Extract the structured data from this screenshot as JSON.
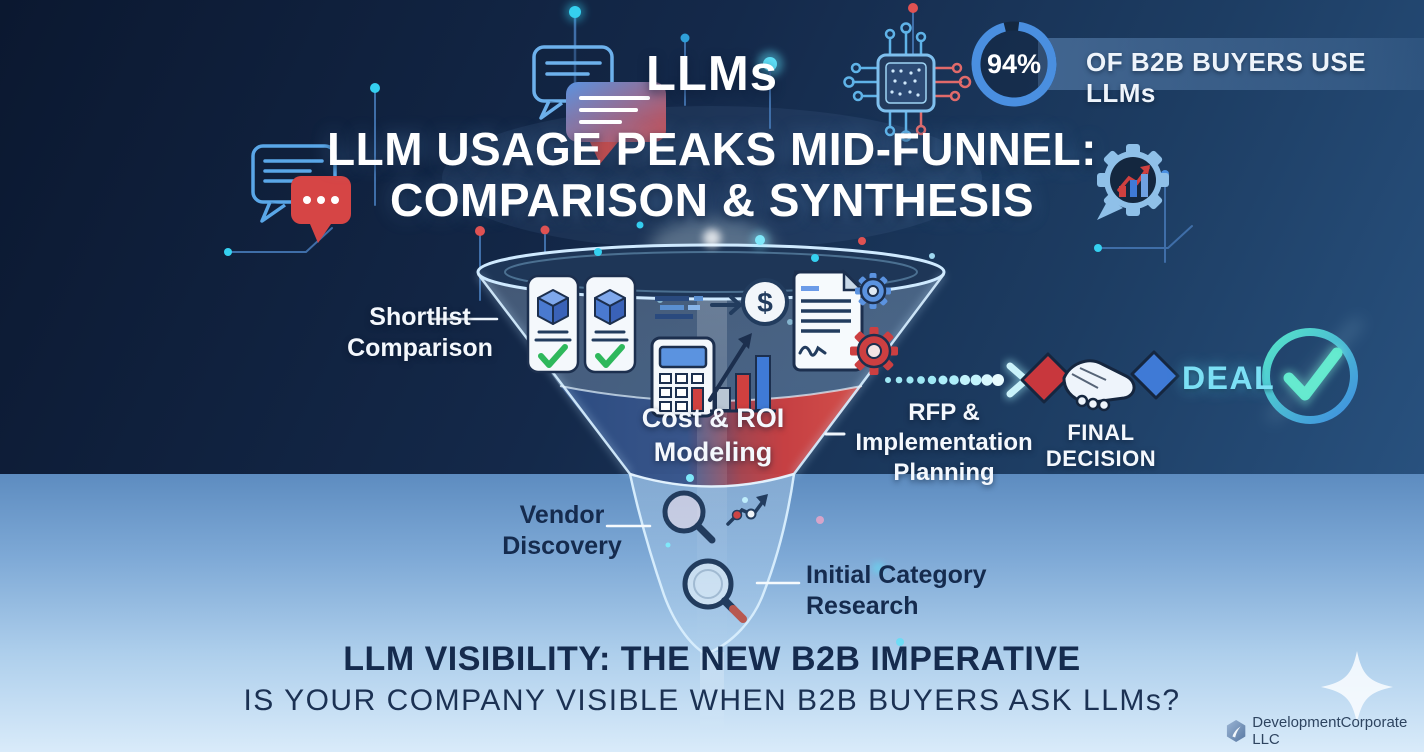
{
  "header": {
    "llms_badge": "LLMs",
    "headline": "LLM USAGE PEAKS MID-FUNNEL:\nCOMPARISON & SYNTHESIS",
    "stat": {
      "value": "94%",
      "label": "OF B2B BUYERS USE LLMs"
    }
  },
  "funnel": {
    "stages": [
      {
        "id": "shortlist-comparison",
        "label": "Shortlist\nComparison"
      },
      {
        "id": "cost-roi-modeling",
        "label": "Cost & ROI\nModeling"
      },
      {
        "id": "rfp-implementation-planning",
        "label": "RFP &\nImplementation\nPlanning"
      },
      {
        "id": "vendor-discovery",
        "label": "Vendor\nDiscovery"
      },
      {
        "id": "initial-category-research",
        "label": "Initial Category\nResearch"
      }
    ]
  },
  "outcome": {
    "deal": "DEAL",
    "final_decision": "FINAL\nDECISION"
  },
  "footer": {
    "title": "LLM VISIBILITY: THE NEW B2B IMPERATIVE",
    "subtitle": "IS YOUR COMPANY VISIBLE WHEN B2B BUYERS ASK LLMs?",
    "brand": "DevelopmentCorporate LLC"
  },
  "icons": {
    "dollar": "$"
  },
  "colors": {
    "accent_cyan": "#35d0f0",
    "deal_text": "#7ce0f5",
    "funnel_blue": "#2d4d82",
    "funnel_red": "#cc4042",
    "ring_blue": "#4a8fe0",
    "dark_navy": "#152b4e",
    "green_check": "#2eb85c"
  }
}
